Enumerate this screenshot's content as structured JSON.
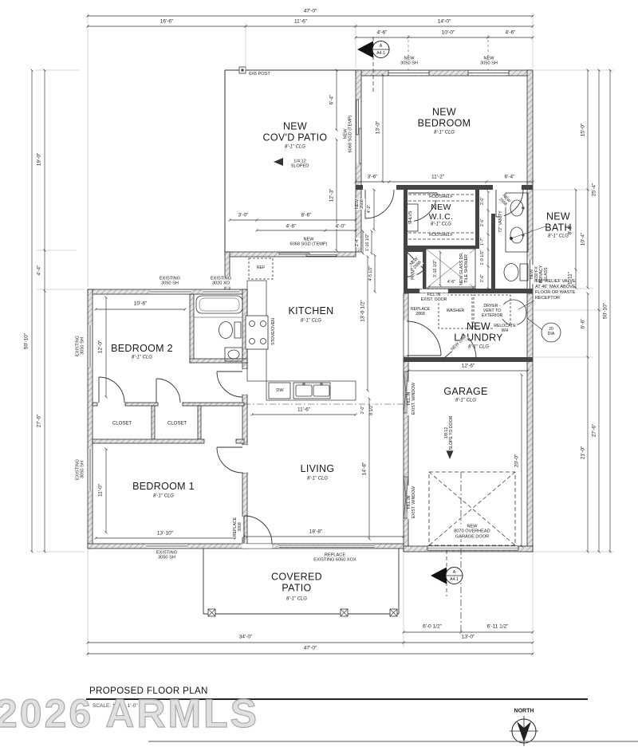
{
  "meta": {
    "title": "PROPOSED FLOOR PLAN",
    "scale_note": "SCALE: 1/4\" = 1'-0\"",
    "north_label": "NORTH",
    "watermark": "2026 ARMLS"
  },
  "markers": {
    "section_letter": "A",
    "section_sheet": "A4.1"
  },
  "rooms": {
    "covd_patio": {
      "name": "NEW\nCOV'D PATIO",
      "clg": "8'-1\" CLG"
    },
    "new_bedroom": {
      "name": "NEW\nBEDROOM",
      "clg": "8'-1\" CLG"
    },
    "wic": {
      "name": "NEW\nW.I.C.",
      "clg": "8'-1\" CLG"
    },
    "bath": {
      "name": "NEW\nBATH",
      "clg": "8'-1\" CLG"
    },
    "laundry": {
      "name": "NEW\nLAUNDRY",
      "clg": "8'-1\" CLG"
    },
    "garage": {
      "name": "GARAGE",
      "clg": "8'-1\" CLG"
    },
    "kitchen": {
      "name": "KITCHEN",
      "clg": "8'-1\" CLG"
    },
    "bedroom2": {
      "name": "BEDROOM 2",
      "clg": "8'-1\" CLG"
    },
    "bedroom1": {
      "name": "BEDROOM 1",
      "clg": "8'-1\" CLG"
    },
    "living": {
      "name": "LIVING",
      "clg": "8'-1\" CLG"
    },
    "covered_patio": {
      "name": "COVERED\nPATIO",
      "clg": "8'-1\" CLG"
    },
    "closet_a": "CLOSET",
    "closet_b": "CLOSET",
    "pantry": "PANTRY"
  },
  "fixtures": {
    "ref": "REF",
    "stove": "STOVE/OVEN",
    "dw": "DW",
    "washer": "WASHER",
    "dryer": "DRYER -\nVENT TO\nEXTERIOR",
    "water_heater": "RELOCATE\nWH",
    "shlvs": "SHLVS",
    "rod_shelf_a": "ROD/SHELF",
    "rod_shelf_b": "ROD/SHELF",
    "vanity": "72\" VANITY",
    "shower": "NEW GLASS DR.\nTILE SHOWER",
    "wh_platform": "20\nDIA"
  },
  "openings": {
    "new3050a": "NEW\n3050 SH",
    "new3050b": "NEW\n3050 SH",
    "sgd_v": "NEW\n6068 SGD (TEMP)",
    "sgd_h": "NEW\n6068 SGD (TEMP)",
    "ex3050_t": "EXISTING\n3050 SH",
    "ex3020": "EXISTING\n3020 XO",
    "ex3050_l1": "EXISTING\n3050 SH",
    "ex3050_l2": "EXISTING\n3050 SH",
    "ex3050_b": "EXISTING\n3050 SH",
    "xox": "REPLACE\nEXISTING 6050 XOX",
    "d3068": "REPLACE\n3068",
    "d2868r": "REPLACE\n2868",
    "d2868n": "NEW 2868",
    "d2668h": "NEW\n2668",
    "d2668p": "NEW\n2668",
    "d2668b": "NEW\n2668",
    "ohd": "NEW\n8070 OVERHEAD\nGARAGE DOOR",
    "privacy": "NEW\n3030 FX\nPRIVACY\nGLASS"
  },
  "notes": {
    "post": "6X6 POST",
    "fill_door": "FILL IN\nEXIST. DOOR",
    "fill_win1": "FILL IN\nEXIST. WINDOW",
    "fill_win2": "FILL IN\nEXIST. WINDOW",
    "tp": "T&P RELIEF VALVE\nAT 46\" MAX ABOVE\nFLOOR OR WASTE\nRECEPTOR",
    "slope_patio": "1/4:12\nSLOPED",
    "slope_garage": "1/8:12\nSLOPE TO DOOR"
  },
  "dims": {
    "t47": "47'-0\"",
    "t16_6": "16'-6\"",
    "t11_6": "11'-6\"",
    "t14_0": "14'-0\"",
    "t4_6a": "4'-6\"",
    "t10_0": "10'-0\"",
    "t4_6b": "4'-6\"",
    "l50_10": "50'-10\"",
    "l19_0": "19'-0\"",
    "l4_4": "4'-4\"",
    "l27_6": "27'-6\"",
    "b2_10_6": "10'-6\"",
    "b2_12_0": "12'-0\"",
    "b1_11_0": "11'-0\"",
    "b1_13_10": "13'-10\"",
    "r15_0": "15'-0\"",
    "r8_5": "8'-5\"",
    "r10_4": "10'-4\"",
    "r1_11": "1'-11\"",
    "r25_4": "25'-4\"",
    "r6_6": "6'-6\"",
    "r21_0": "21'-0\"",
    "r27_6": "27'-6\"",
    "r50_10": "50'-10\"",
    "g6_0": "6'-0 1/2\"",
    "g6_11": "6'-11 1/2\"",
    "b34": "34'-0\"",
    "b13": "13'-0\"",
    "b47": "47'-0\"",
    "p6_4": "6'-4\"",
    "p13_0": "13'-0\"",
    "p12_3": "12'-3\"",
    "br3_6": "3'-6\"",
    "br11_2": "11'-2\"",
    "br6_4": "6'-4\"",
    "k3_0": "3'-0\"",
    "k8_6": "8'-6\"",
    "k4_6": "4'-6\"",
    "k4_0": "4'-0\"",
    "k13_0": "13'-0 1/2\"",
    "k11_6": "11'-6\"",
    "k2_0": "2'-0\"",
    "k8_12": "8 1/2\"",
    "h4_2": "4'-2\"",
    "h2_4": "2'-4\"",
    "h1_10": "1'-10 1/2\"",
    "h4_5": "4'-5 1/2\"",
    "c2_0": "2'-0\"",
    "c2_6a": "2'-6\"",
    "c1_7": "1'-7\"",
    "c1_9": "1'-9 1/2\"",
    "c2_6b": "2'-6\"",
    "s4_6": "4'-6\"",
    "s3_10": "3'-10 1/2\"",
    "ld12_6": "12'-6\"",
    "ga20_0": "20'-0\"",
    "lv14_8": "14'-8\"",
    "lv18_8": "18'-8\""
  }
}
